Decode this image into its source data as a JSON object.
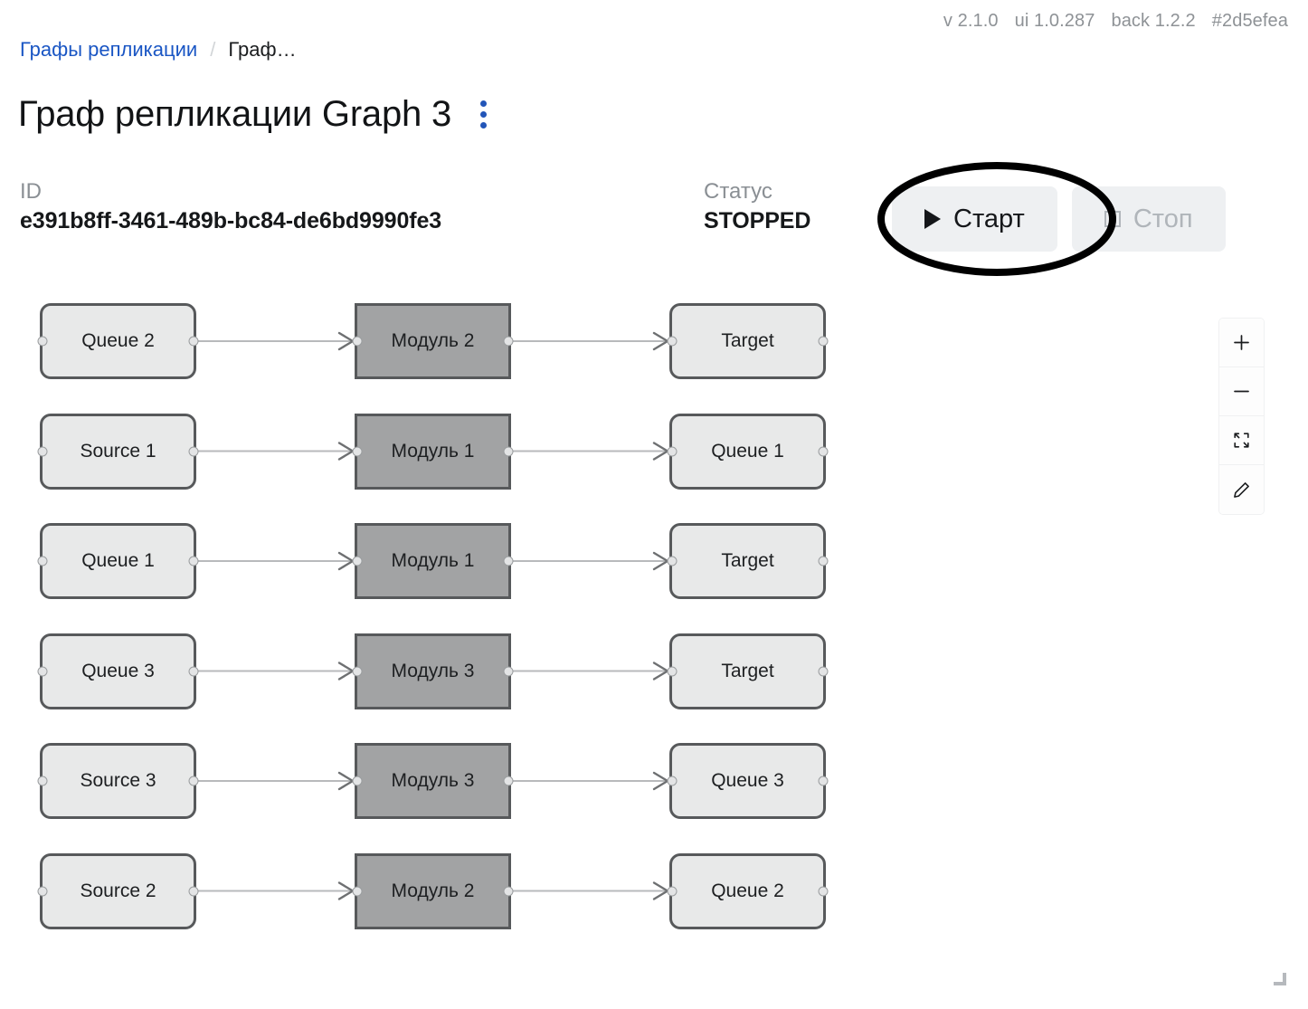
{
  "version_strip": {
    "app": "v 2.1.0",
    "ui": "ui 1.0.287",
    "back": "back 1.2.2",
    "commit": "#2d5efea"
  },
  "breadcrumb": {
    "root_label": "Графы репликации",
    "separator": "/",
    "current_label": "Граф…"
  },
  "header": {
    "title": "Граф репликации Graph 3",
    "menu_icon": "kebab-menu-icon"
  },
  "meta": {
    "id_label": "ID",
    "id_value": "e391b8ff-3461-489b-bc84-de6bd9990fe3",
    "status_label": "Статус",
    "status_value": "STOPPED"
  },
  "actions": {
    "start_label": "Старт",
    "start_icon": "play-icon",
    "start_enabled": true,
    "stop_label": "Стоп",
    "stop_icon": "stop-square-icon",
    "stop_enabled": false
  },
  "annotation": {
    "shape": "ellipse",
    "target": "start-button",
    "color": "#000000"
  },
  "graph": {
    "rows": [
      {
        "source": "Queue 2",
        "module": "Модуль 2",
        "target": "Target"
      },
      {
        "source": "Source 1",
        "module": "Модуль 1",
        "target": "Queue 1"
      },
      {
        "source": "Queue 1",
        "module": "Модуль 1",
        "target": "Target"
      },
      {
        "source": "Queue 3",
        "module": "Модуль 3",
        "target": "Target"
      },
      {
        "source": "Source 3",
        "module": "Модуль 3",
        "target": "Queue 3"
      },
      {
        "source": "Source 2",
        "module": "Модуль 2",
        "target": "Queue 2"
      }
    ],
    "colors": {
      "io_fill": "#e8e9e9",
      "module_fill": "#a2a3a4",
      "node_border": "#57595b",
      "edge": "#b8babc",
      "canvas": "#ffffff"
    }
  },
  "graph_controls": [
    {
      "name": "zoom-in-icon",
      "label": "+"
    },
    {
      "name": "zoom-out-icon",
      "label": "−"
    },
    {
      "name": "fit-view-icon",
      "label": ""
    },
    {
      "name": "edit-icon",
      "label": ""
    }
  ]
}
